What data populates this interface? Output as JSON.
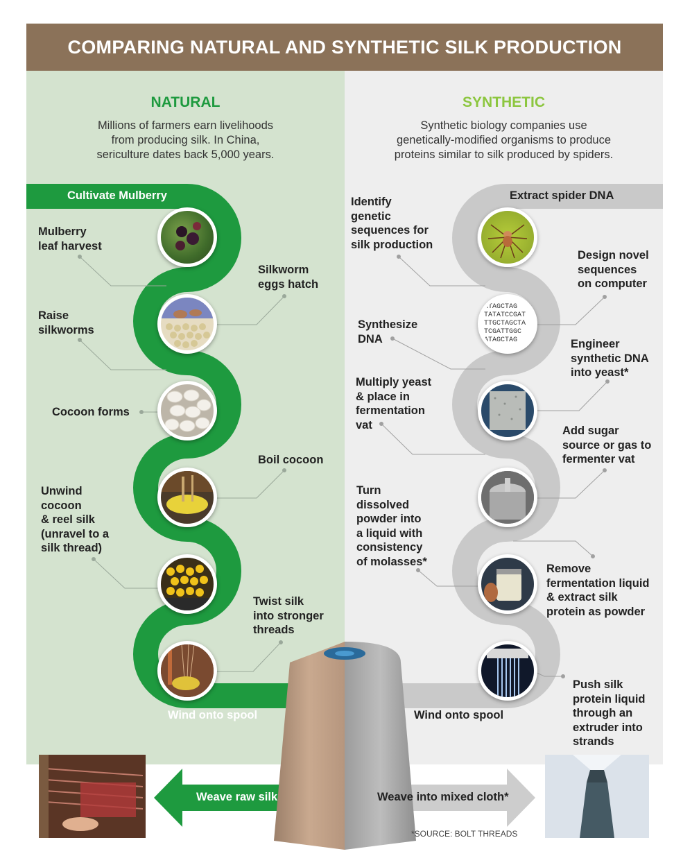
{
  "title": "COMPARING NATURAL AND SYNTHETIC SILK PRODUCTION",
  "colors": {
    "header": "#8b7259",
    "natural_green": "#1e9a3f",
    "synthetic_title": "#8cc63f",
    "synthetic_gray": "#c7c7c7"
  },
  "natural": {
    "title": "NATURAL",
    "description": [
      "Millions of farmers earn livelihoods",
      "from producing silk. In China,",
      "sericulture dates back 5,000 years."
    ],
    "start_label": "Cultivate Mulberry",
    "end_label": "Wind onto spool",
    "steps": {
      "mulberry": [
        "Mulberry",
        "leaf harvest"
      ],
      "eggs": [
        "Silkworm",
        "eggs hatch"
      ],
      "raise": [
        "Raise",
        "silkworms"
      ],
      "cocoon": "Cocoon forms",
      "boil": "Boil cocoon",
      "unwind": [
        "Unwind",
        "cocoon",
        "& reel silk",
        "(unravel to a",
        "silk thread)"
      ],
      "twist": [
        "Twist silk",
        "into stronger",
        "threads"
      ]
    },
    "arrow_label": "Weave raw silk",
    "icons": [
      "mulberry-photo",
      "silkworm-eggs-photo",
      "cocoons-photo",
      "boiling-cocoon-photo",
      "reeling-silk-photo",
      "spool-winding-photo",
      "loom-photo"
    ]
  },
  "synthetic": {
    "title": "SYNTHETIC",
    "description": [
      "Synthetic biology companies use",
      "genetically-modified organisms to produce",
      "proteins similar to silk produced by spiders."
    ],
    "start_label": "Extract spider DNA",
    "end_label": "Wind onto spool",
    "steps": {
      "identify": [
        "Identify",
        "genetic",
        "sequences for",
        "silk production"
      ],
      "design": [
        "Design novel",
        "sequences",
        "on computer"
      ],
      "synthesize": [
        "Synthesize",
        "DNA"
      ],
      "engineer": [
        "Engineer",
        "synthetic DNA",
        "into yeast*"
      ],
      "multiply": [
        "Multiply yeast",
        "& place in",
        "fermentation",
        "vat"
      ],
      "sugar": [
        "Add sugar",
        "source or gas to",
        "fermenter vat"
      ],
      "turn": [
        "Turn",
        "dissolved",
        "powder into",
        "a liquid with",
        "consistency",
        "of molasses*"
      ],
      "remove": [
        "Remove",
        "fermentation liquid",
        "& extract silk",
        "protein as powder"
      ],
      "push": [
        "Push silk",
        "protein liquid",
        "through an",
        "extruder into",
        "strands"
      ]
    },
    "dna_text": [
      "ATAGCTAG",
      "TATATCCGAT",
      "TTGCTAGCTA",
      "TCGATTGGC",
      "ATAGCTAG"
    ],
    "arrow_label": "Weave into mixed cloth*",
    "icons": [
      "spider-photo",
      "dna-sequence-photo",
      "yeast-photo",
      "fermenter-photo",
      "silk-powder-jar-photo",
      "extruder-photo",
      "tie-shirt-photo"
    ]
  },
  "source": "*SOURCE: BOLT THREADS"
}
